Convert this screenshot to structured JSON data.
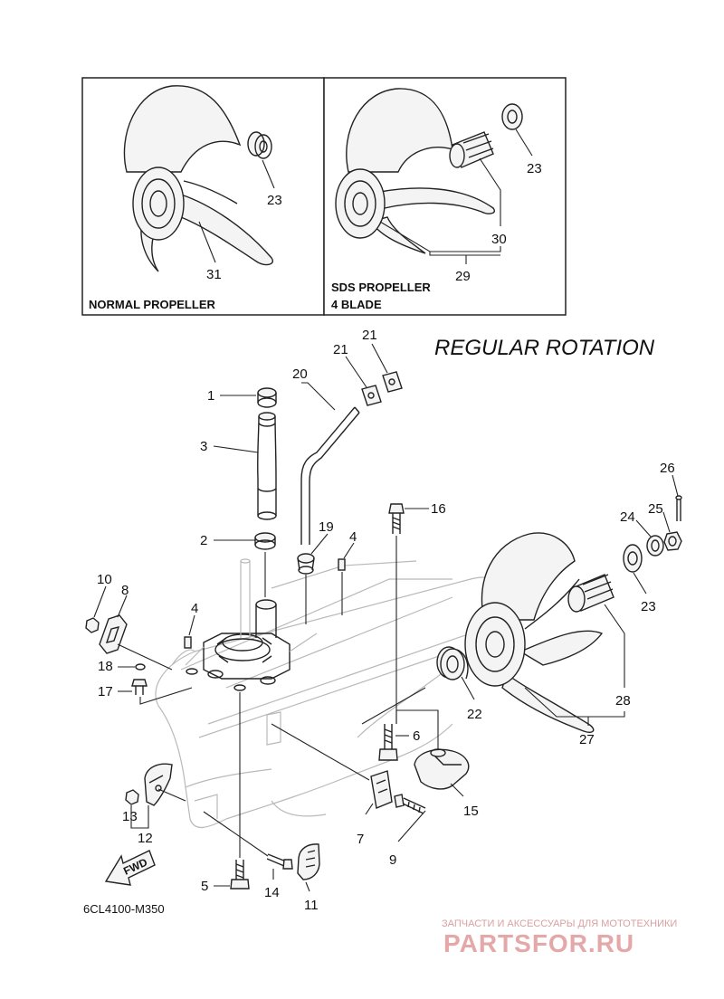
{
  "diagram": {
    "main_title": "REGULAR ROTATION",
    "drawing_code": "6CL4100-M350",
    "fwd_label": "FWD",
    "inset_normal": {
      "line1": "NORMAL PROPELLER"
    },
    "inset_sds": {
      "line1": "SDS PROPELLER",
      "line2": "4 BLADE"
    },
    "callouts": {
      "c1": "1",
      "c2": "2",
      "c3": "3",
      "c4a": "4",
      "c4b": "4",
      "c5": "5",
      "c6": "6",
      "c7": "7",
      "c8": "8",
      "c9": "9",
      "c10": "10",
      "c11": "11",
      "c12": "12",
      "c13": "13",
      "c14": "14",
      "c15": "15",
      "c16": "16",
      "c17": "17",
      "c18": "18",
      "c19": "19",
      "c20": "20",
      "c21a": "21",
      "c21b": "21",
      "c22": "22",
      "c23a": "23",
      "c23b": "23",
      "c23c": "23",
      "c24": "24",
      "c25": "25",
      "c26": "26",
      "c27": "27",
      "c28": "28",
      "c29": "29",
      "c30": "30",
      "c31": "31"
    }
  },
  "watermark": {
    "line1": "ЗАПЧАСТИ И АКСЕССУАРЫ ДЛЯ МОТОТЕХНИКИ",
    "line2": "PARTSFOR.RU"
  }
}
